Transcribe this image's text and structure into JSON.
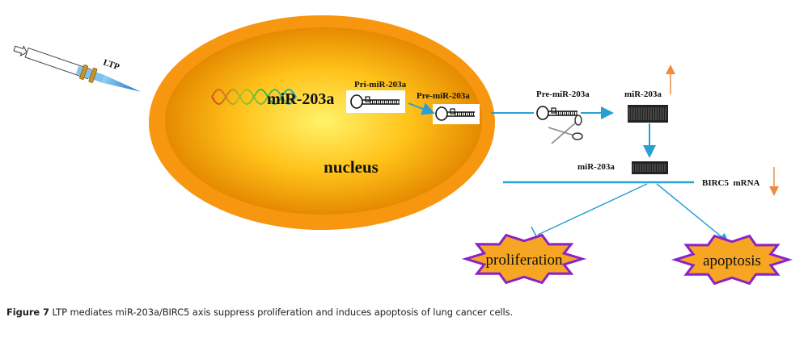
{
  "diagram": {
    "drug_label": "LTP",
    "gene_label": "miR-203a",
    "pri_label": "Pri-miR-203a",
    "pre_label_nucleus": "Pre-miR-203a",
    "pre_label_cytoplasm": "Pre-miR-203a",
    "mature_label": "miR-203a",
    "bound_label": "miR-203a",
    "target_label": "BIRC5  mRNA",
    "nucleus_label": "nucleus",
    "outcome_inhibited": "proliferation",
    "outcome_induced": "apoptosis",
    "mature_change": "up",
    "target_change": "down"
  },
  "colors": {
    "arrow": "#2a9fd6",
    "change_arrow": "#f08a3c",
    "nucleus_outer": "#f7960f",
    "nucleus_inner": "#ffd23a",
    "star_fill": "#f6a623",
    "star_stroke": "#8a22c8"
  },
  "caption": {
    "figure_number": "Figure 7",
    "text": " LTP mediates miR-203a/BIRC5 axis suppress proliferation and induces apoptosis of lung cancer cells."
  }
}
